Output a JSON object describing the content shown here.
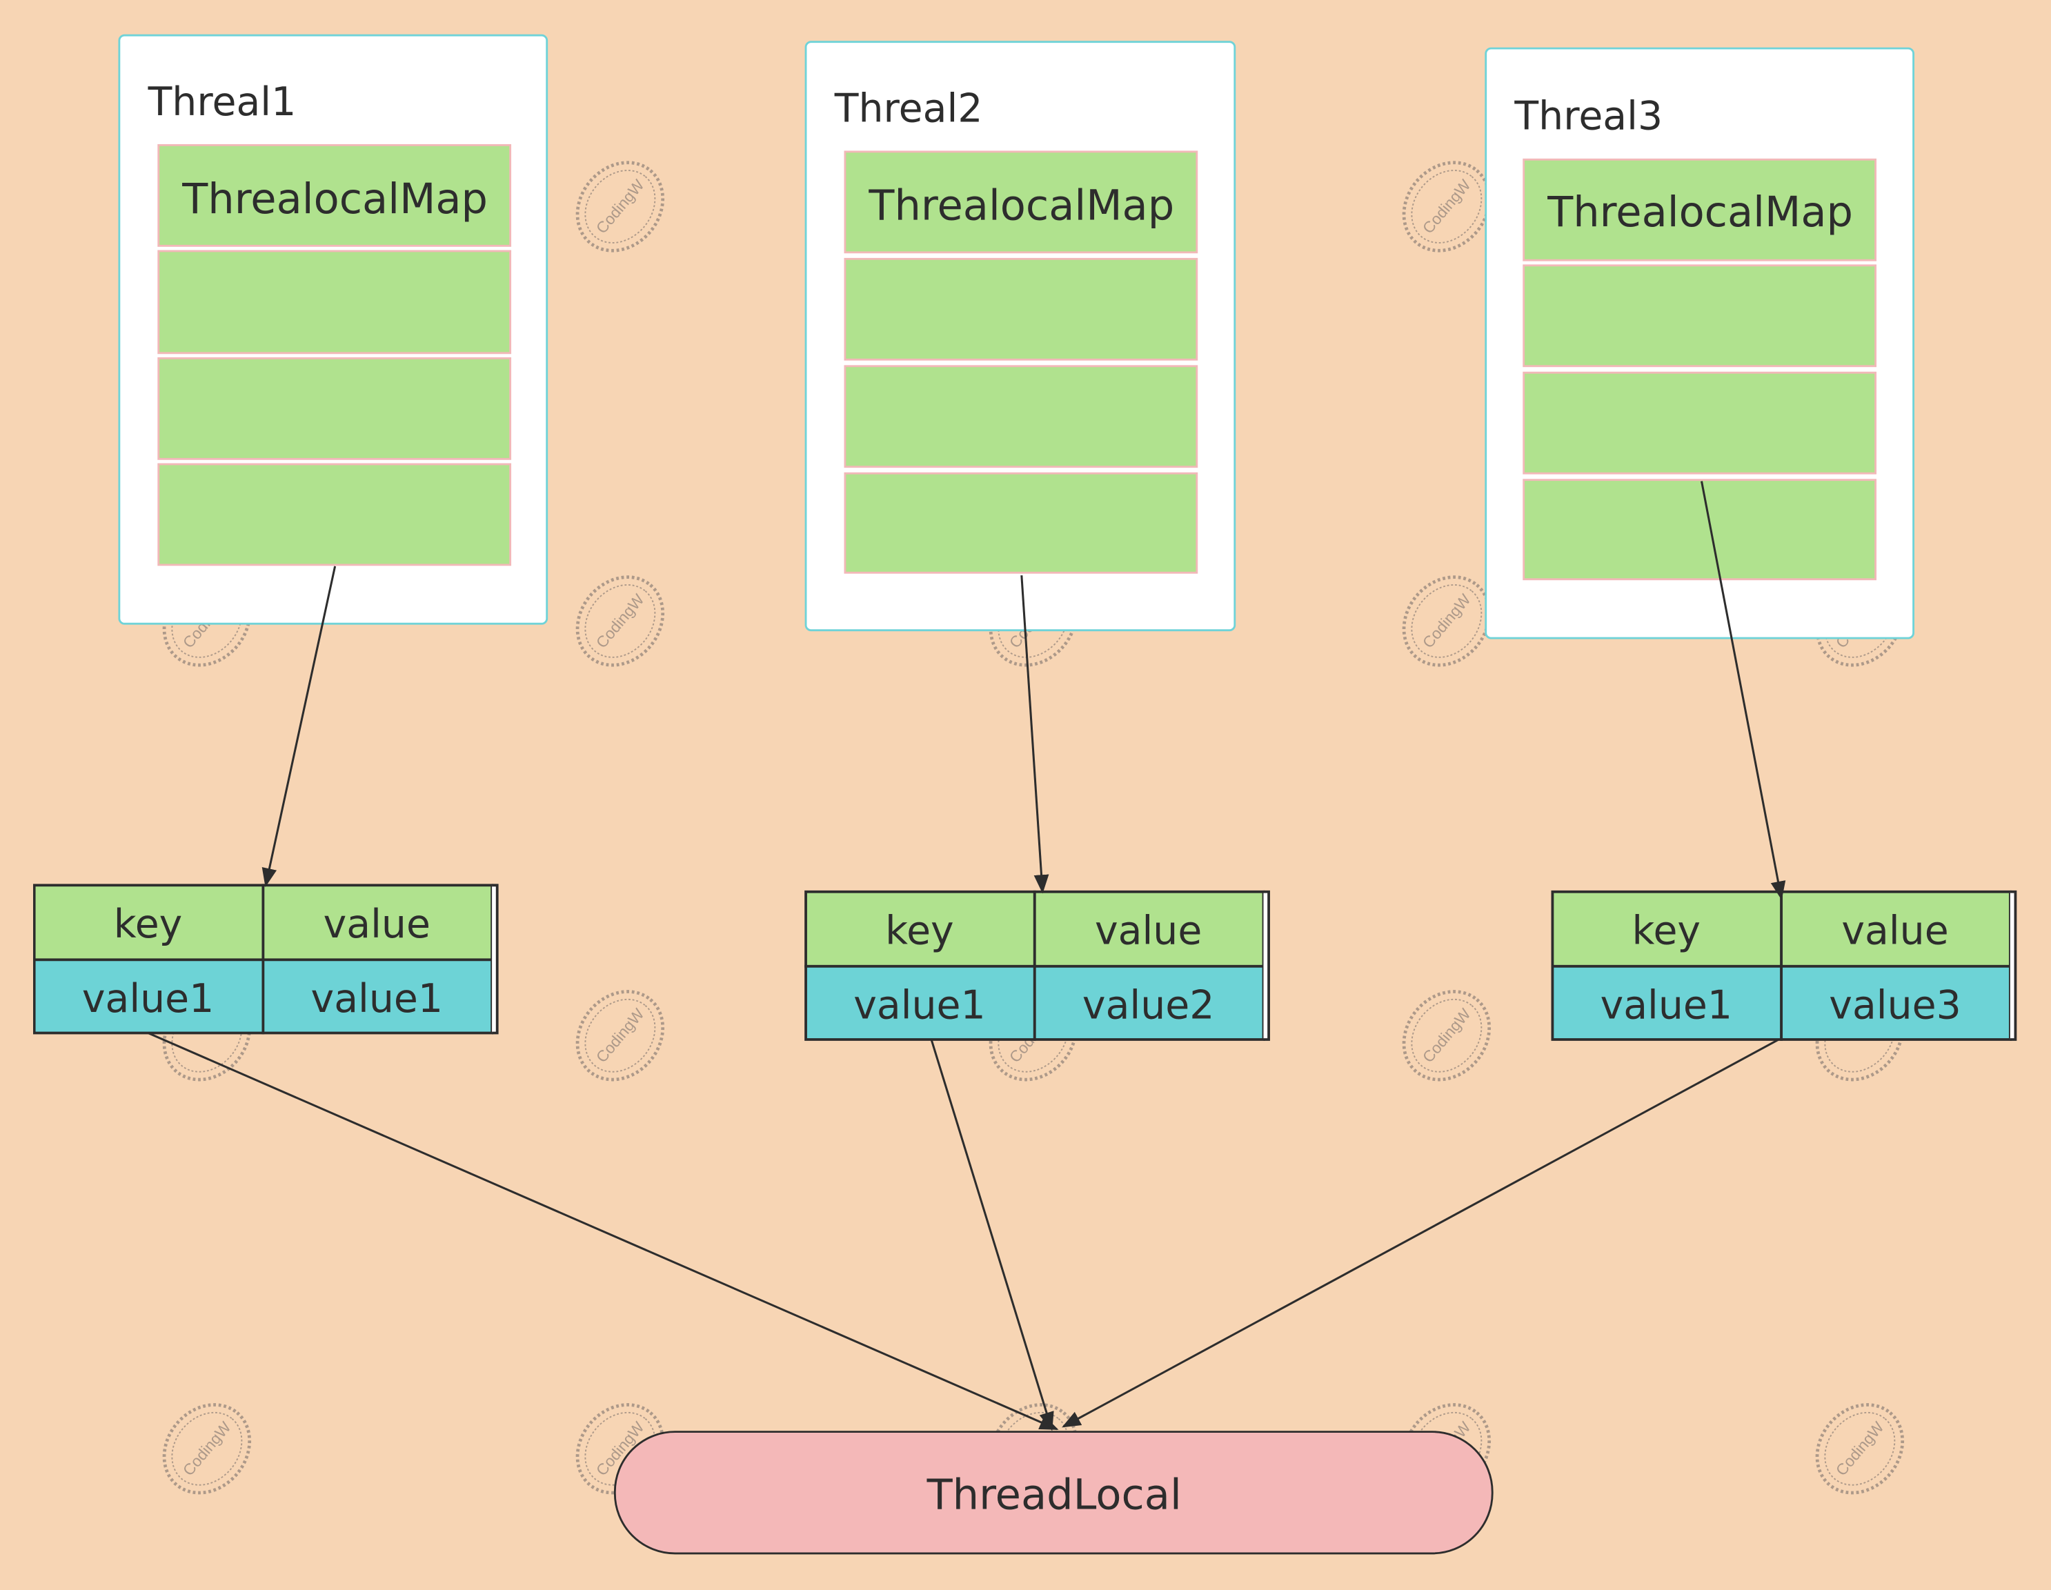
{
  "threads": [
    {
      "title": "Threal1",
      "map_label": "ThrealocalMap"
    },
    {
      "title": "Threal2",
      "map_label": "ThrealocalMap"
    },
    {
      "title": "Threal3",
      "map_label": "ThrealocalMap"
    }
  ],
  "entries": [
    {
      "headers": [
        "key",
        "value"
      ],
      "cells": [
        "value1",
        "value1"
      ]
    },
    {
      "headers": [
        "key",
        "value"
      ],
      "cells": [
        "value1",
        "value2"
      ]
    },
    {
      "headers": [
        "key",
        "value"
      ],
      "cells": [
        "value1",
        "value3"
      ]
    }
  ],
  "threadlocal": {
    "label": "ThreadLocal"
  },
  "watermark": "CodingW",
  "colors": {
    "background": "#f7d5b4",
    "thread_border": "#6fd3d8",
    "map_fill": "#b0e28e",
    "map_border": "#f2b8b8",
    "value_fill": "#6dd3d6",
    "threadlocal_fill": "#f4b8b8",
    "line": "#2d2d2d"
  }
}
